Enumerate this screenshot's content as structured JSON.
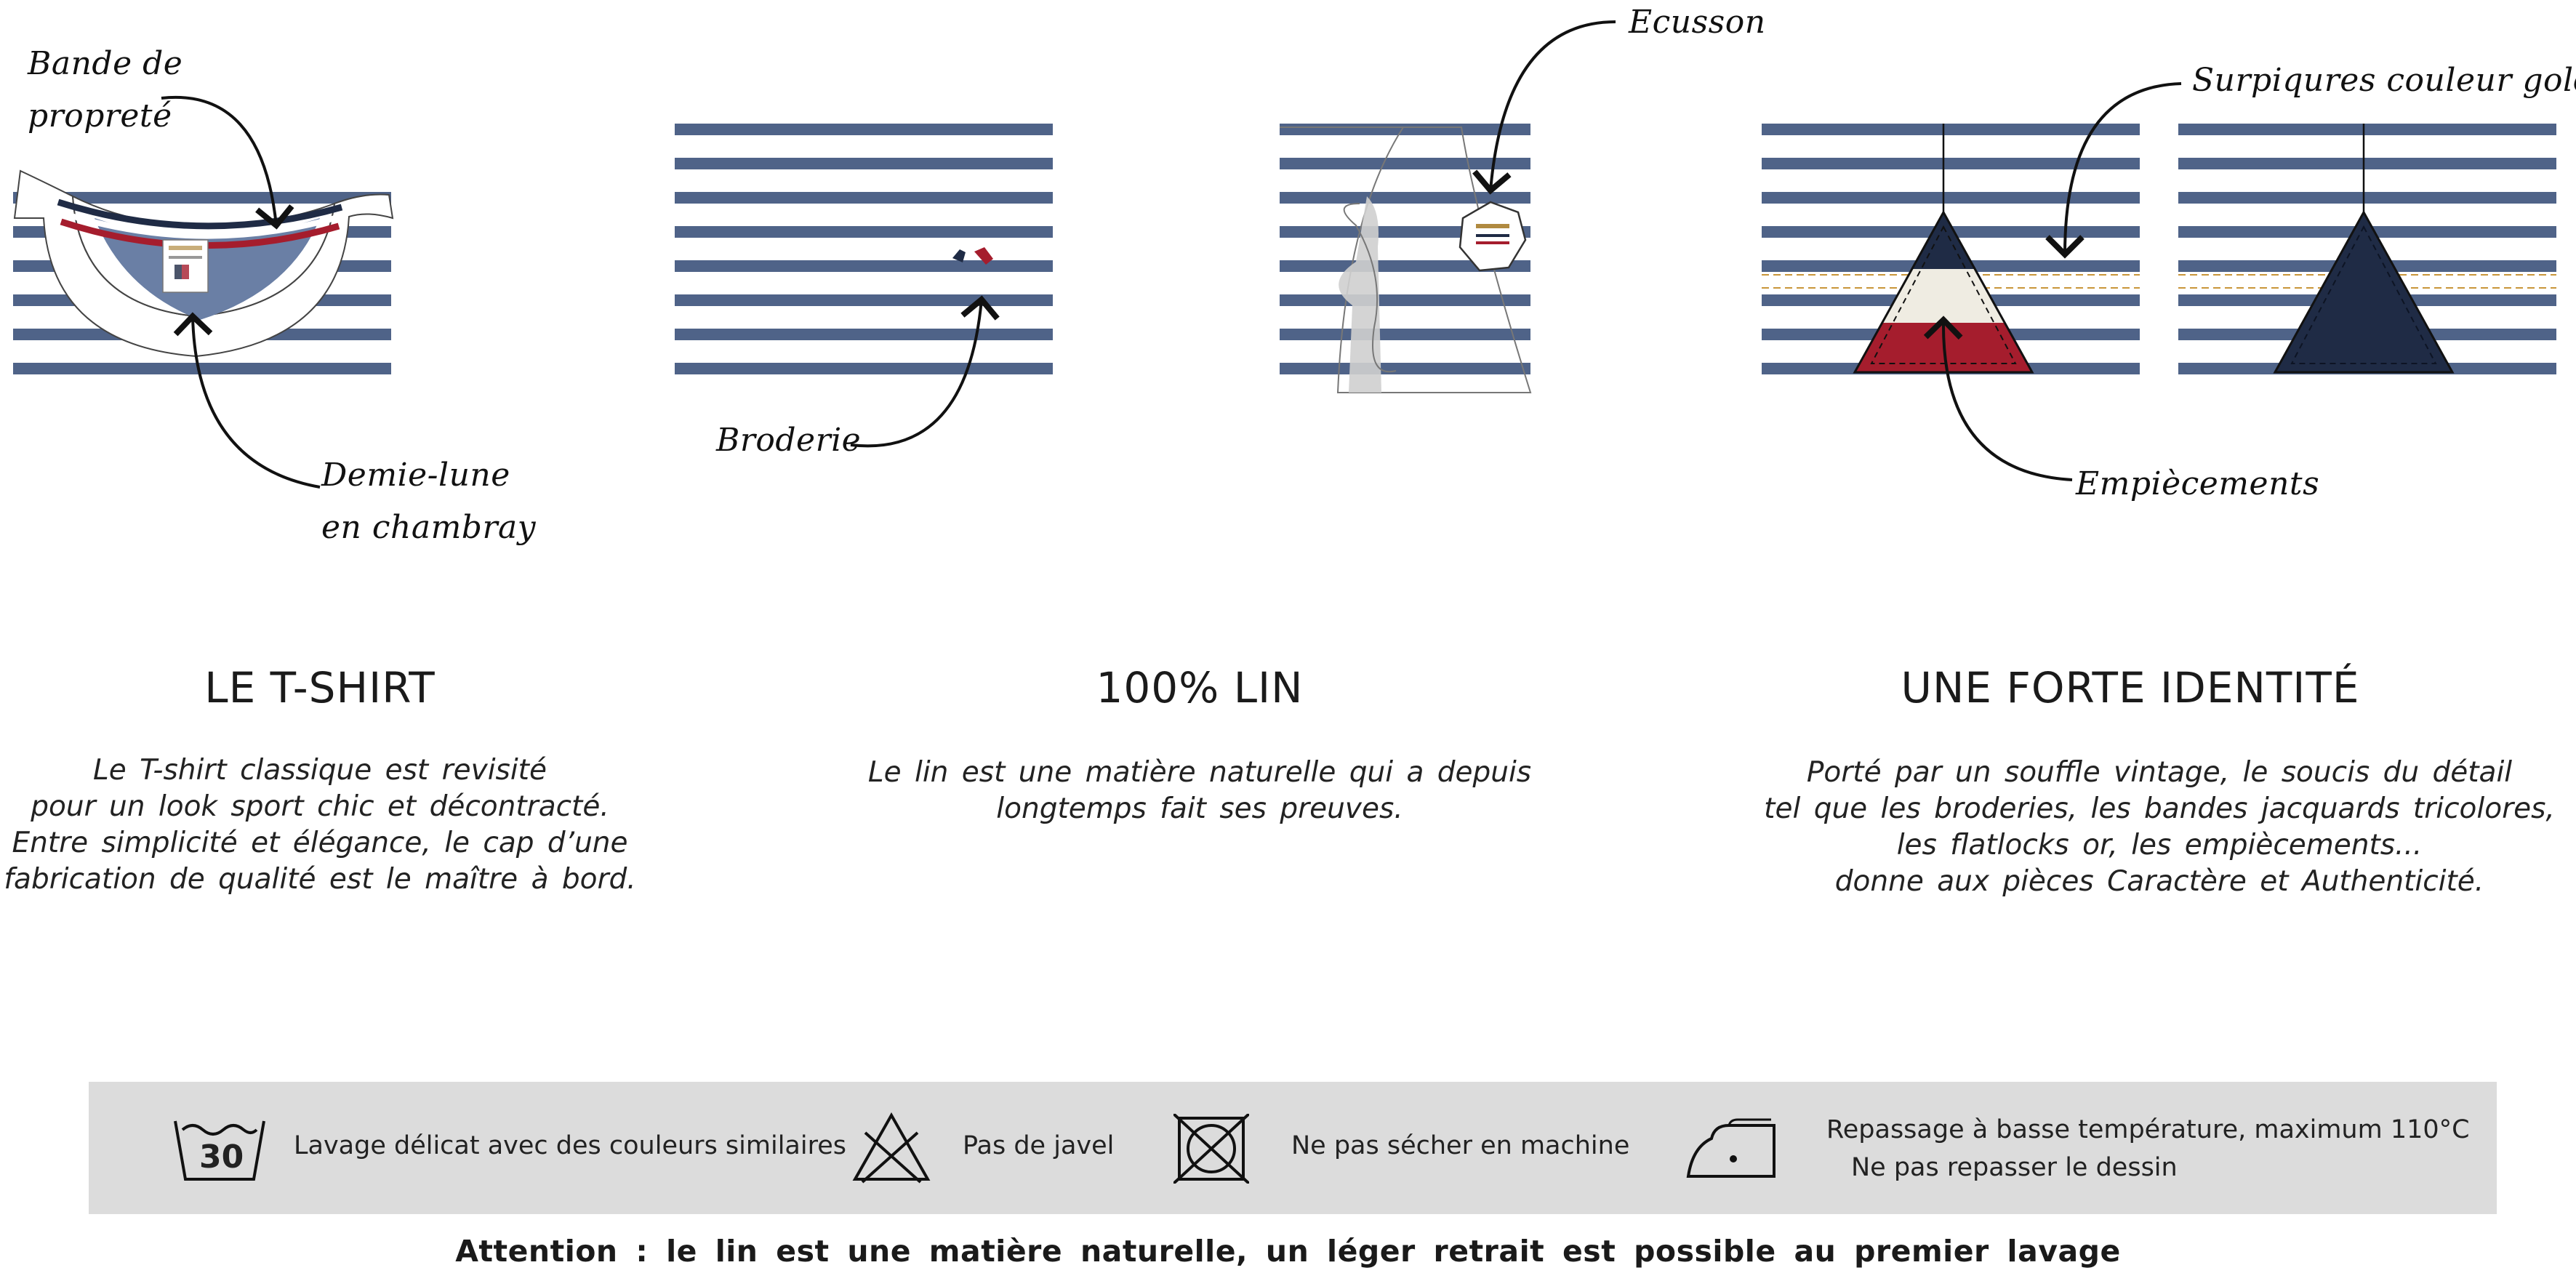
{
  "annotations": {
    "bande_line1": "Bande de",
    "bande_line2": "propreté",
    "demi_line1": "Demie-lune",
    "demi_line2": "en chambray",
    "broderie": "Broderie",
    "ecusson": "Ecusson",
    "surpiqures": "Surpiqures couleur gold",
    "empiecements": "Empiècements"
  },
  "sections": [
    {
      "title": "LE T-SHIRT",
      "lines": [
        "Le T-shirt classique est revisité",
        "pour un look sport chic et décontracté.",
        "Entre simplicité et élégance, le cap d’une",
        "fabrication de qualité est le maître à bord."
      ]
    },
    {
      "title": "100% LIN",
      "lines": [
        "Le lin est une matière naturelle qui a depuis",
        "longtemps fait ses preuves."
      ]
    },
    {
      "title": "UNE FORTE IDENTITÉ",
      "lines": [
        "Porté par un souffle vintage, le soucis du détail",
        "tel que les broderies, les bandes jacquards tricolores,",
        "les flatlocks or, les empiècements...",
        "donne aux pièces Caractère et Authenticité."
      ]
    }
  ],
  "care": {
    "wash_temp": "30",
    "wash_label": "Lavage délicat avec des couleurs similaires",
    "bleach_label": "Pas de javel",
    "dryer_label": "Ne pas sécher en machine",
    "iron_line1": "Repassage à basse température, maximum 110°C",
    "iron_line2": "Ne pas repasser le dessin"
  },
  "warning": "Attention : le lin est une matière naturelle, un léger retrait est possible au premier lavage",
  "colors": {
    "stripe": "#4f6388",
    "navy": "#1f2b45",
    "red": "#a51d2d",
    "cream": "#efece2",
    "chambray": "#6a7fa5",
    "gold": "#c9963a",
    "care_bg": "#dcdcdc"
  },
  "icons": [
    "wash-30-icon",
    "no-bleach-icon",
    "no-tumble-dry-icon",
    "iron-low-icon"
  ]
}
